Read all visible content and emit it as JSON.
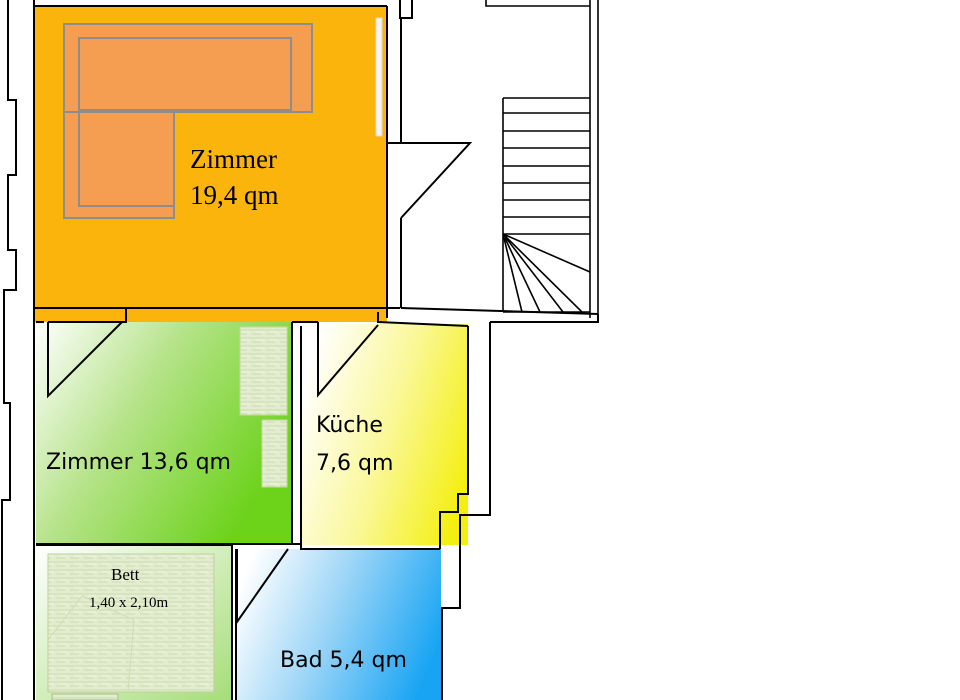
{
  "rooms": {
    "zimmer_large": {
      "name": "Zimmer",
      "area": "19,4 qm",
      "color": "#FBB40C"
    },
    "zimmer_small": {
      "label": "Zimmer 13,6 qm",
      "color": "#6FD11A"
    },
    "kueche": {
      "name": "Küche",
      "area": "7,6 qm",
      "color": "#F8F421"
    },
    "bad": {
      "label": "Bad 5,4 qm",
      "color": "#2AA8F4"
    }
  },
  "furniture": {
    "bed": {
      "label": "Bett",
      "size": "1,40 x 2,10m"
    }
  },
  "colors": {
    "wall": "#000000",
    "sofa": "#F59E51",
    "background": "#FFFFFF"
  }
}
